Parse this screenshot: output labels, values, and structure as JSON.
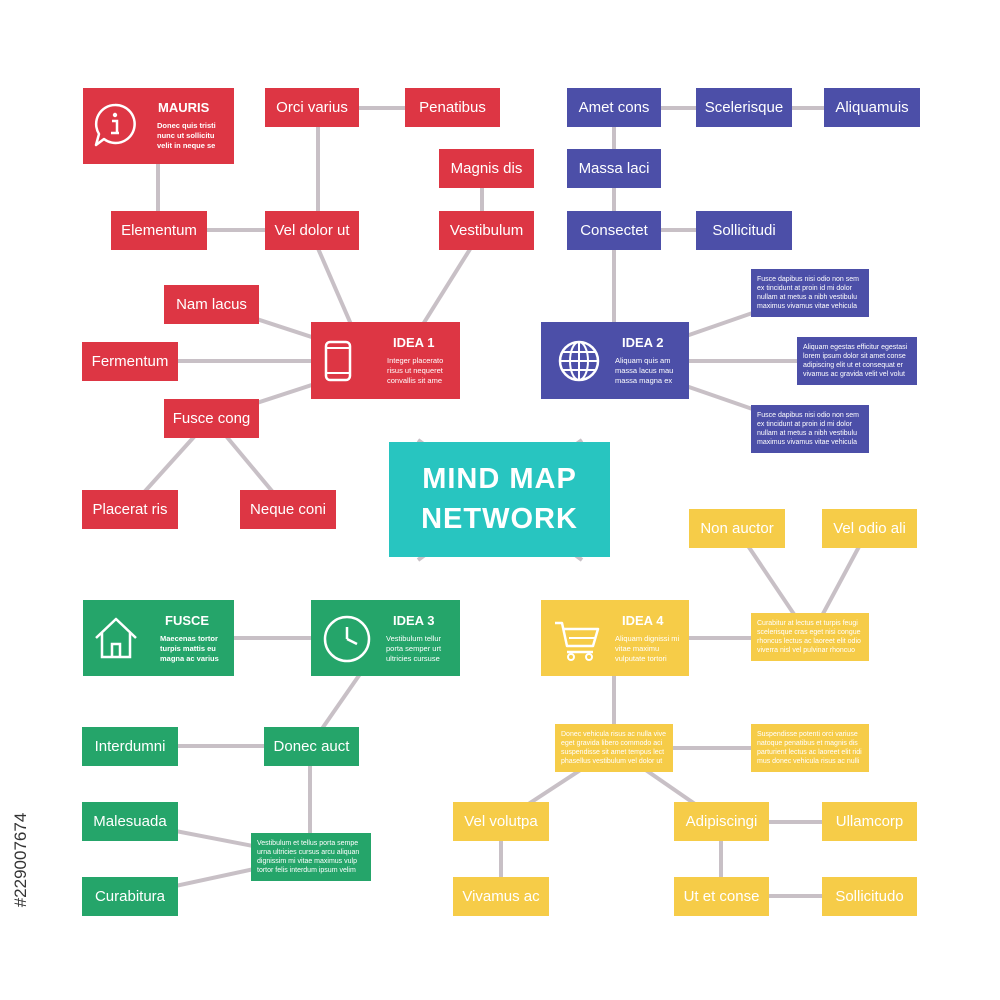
{
  "center": {
    "line1": "MIND MAP",
    "line2": "NETWORK"
  },
  "hubs": {
    "mauris": {
      "title": "MAURIS",
      "desc": "Donec quis tristi nunc ut sollicitu velit in neque se"
    },
    "idea1": {
      "title": "IDEA 1",
      "desc": "Integer placerato risus ut nequeret convallis sit ame"
    },
    "idea2": {
      "title": "IDEA 2",
      "desc": "Aliquam quis am massa lacus mau massa magna ex"
    },
    "idea3": {
      "title": "IDEA 3",
      "desc": "Vestibulum tellur porta semper urt ultricies cursuse"
    },
    "idea4": {
      "title": "IDEA 4",
      "desc": "Aliquam dignissi mi vitae maximu vulputate tortori"
    },
    "fusce": {
      "title": "FUSCE",
      "desc": "Maecenas tortor turpis mattis eu magna ac varius"
    }
  },
  "labels": {
    "orci_varius": "Orci varius",
    "penatibus": "Penatibus",
    "magnis_dis": "Magnis dis",
    "vestibulum": "Vestibulum",
    "vel_dolor_ut": "Vel dolor ut",
    "elementum": "Elementum",
    "nam_lacus": "Nam lacus",
    "fermentum": "Fermentum",
    "fusce_cong": "Fusce cong",
    "placerat_ris": "Placerat ris",
    "neque_coni": "Neque coni",
    "amet_cons": "Amet cons",
    "scelerisque": "Scelerisque",
    "aliquamuis": "Aliquamuis",
    "massa_laci": "Massa laci",
    "consectet": "Consectet",
    "sollicitudi": "Sollicitudi",
    "non_auctor": "Non auctor",
    "vel_odio_ali": "Vel odio ali",
    "interdumni": "Interdumni",
    "donec_auct": "Donec auct",
    "malesuada": "Malesuada",
    "curabitura": "Curabitura",
    "vel_volutpa": "Vel volutpa",
    "vivamus_ac": "Vivamus ac",
    "adipiscingi": "Adipiscingi",
    "ullamcorp": "Ullamcorp",
    "ut_et_conse": "Ut et conse",
    "sollicitudo": "Sollicitudo"
  },
  "notes": {
    "blue1": "Fusce dapibus nisi odio non sem ex tincidunt at proin id mi dolor nullam at metus a nibh vestibulu maximus vivamus vitae vehicula",
    "blue2": "Aliquam egestas efficitur egestasi lorem ipsum dolor sit amet conse adipiscing elit ut et consequat er vivamus ac gravida velit vel volut",
    "blue3": "Fusce dapibus nisi odio non sem ex tincidunt at proin id mi dolor nullam at metus a nibh vestibulu maximus vivamus vitae vehicula",
    "yellow1": "Curabitur at lectus et turpis feugi scelerisque cras eget nisi congue rhoncus lectus ac laoreet elit odio viverra nisl vel pulvinar rhoncuo",
    "yellow2": "Donec vehicula risus ac nulla vive eget gravida libero commodo aci suspendisse sit amet tempus lect phasellus vestibulum vel dolor ut",
    "yellow3": "Suspendisse potenti orci variuse natoque penatibus et magnis dis parturient lectus ac laoreet elit ridi mus donec vehicula risus ac nulli",
    "green1": "Vestibulum et tellus porta sempe urna ultricies cursus arcu aliquan dignissim mi vitae maximus vulp tortor felis interdum ipsum velim"
  },
  "watermark": "#229007674",
  "colors": {
    "red": "#dd3644",
    "blue": "#4c4fa8",
    "teal": "#28c5c0",
    "green": "#25a56a",
    "yellow": "#f6cc48",
    "connector": "#c8c0c6"
  },
  "icons": {
    "mauris": "info-icon",
    "idea1": "smartphone-icon",
    "idea2": "globe-icon",
    "idea3": "clock-icon",
    "idea4": "shopping-cart-icon",
    "fusce": "home-icon"
  }
}
